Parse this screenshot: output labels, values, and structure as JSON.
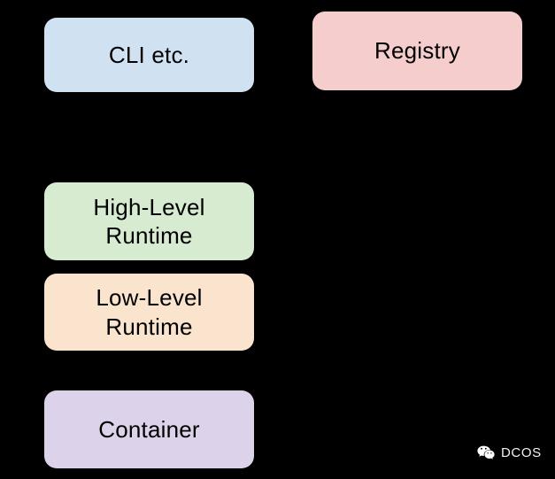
{
  "diagram": {
    "background_color": "#000000",
    "text_color": "#000000",
    "nodes": [
      {
        "id": "cli",
        "label": "CLI etc.",
        "color": "#d0e1f2"
      },
      {
        "id": "registry",
        "label": "Registry",
        "color": "#f6cdcd"
      },
      {
        "id": "high-level-runtime",
        "label": "High-Level\nRuntime",
        "color": "#d6ebd0"
      },
      {
        "id": "low-level-runtime",
        "label": "Low-Level\nRuntime",
        "color": "#fbe4cd"
      },
      {
        "id": "container",
        "label": "Container",
        "color": "#dcd3ea"
      }
    ]
  },
  "watermark": {
    "icon": "wechat-icon",
    "text": "DCOS",
    "color": "#f2f2f2"
  }
}
